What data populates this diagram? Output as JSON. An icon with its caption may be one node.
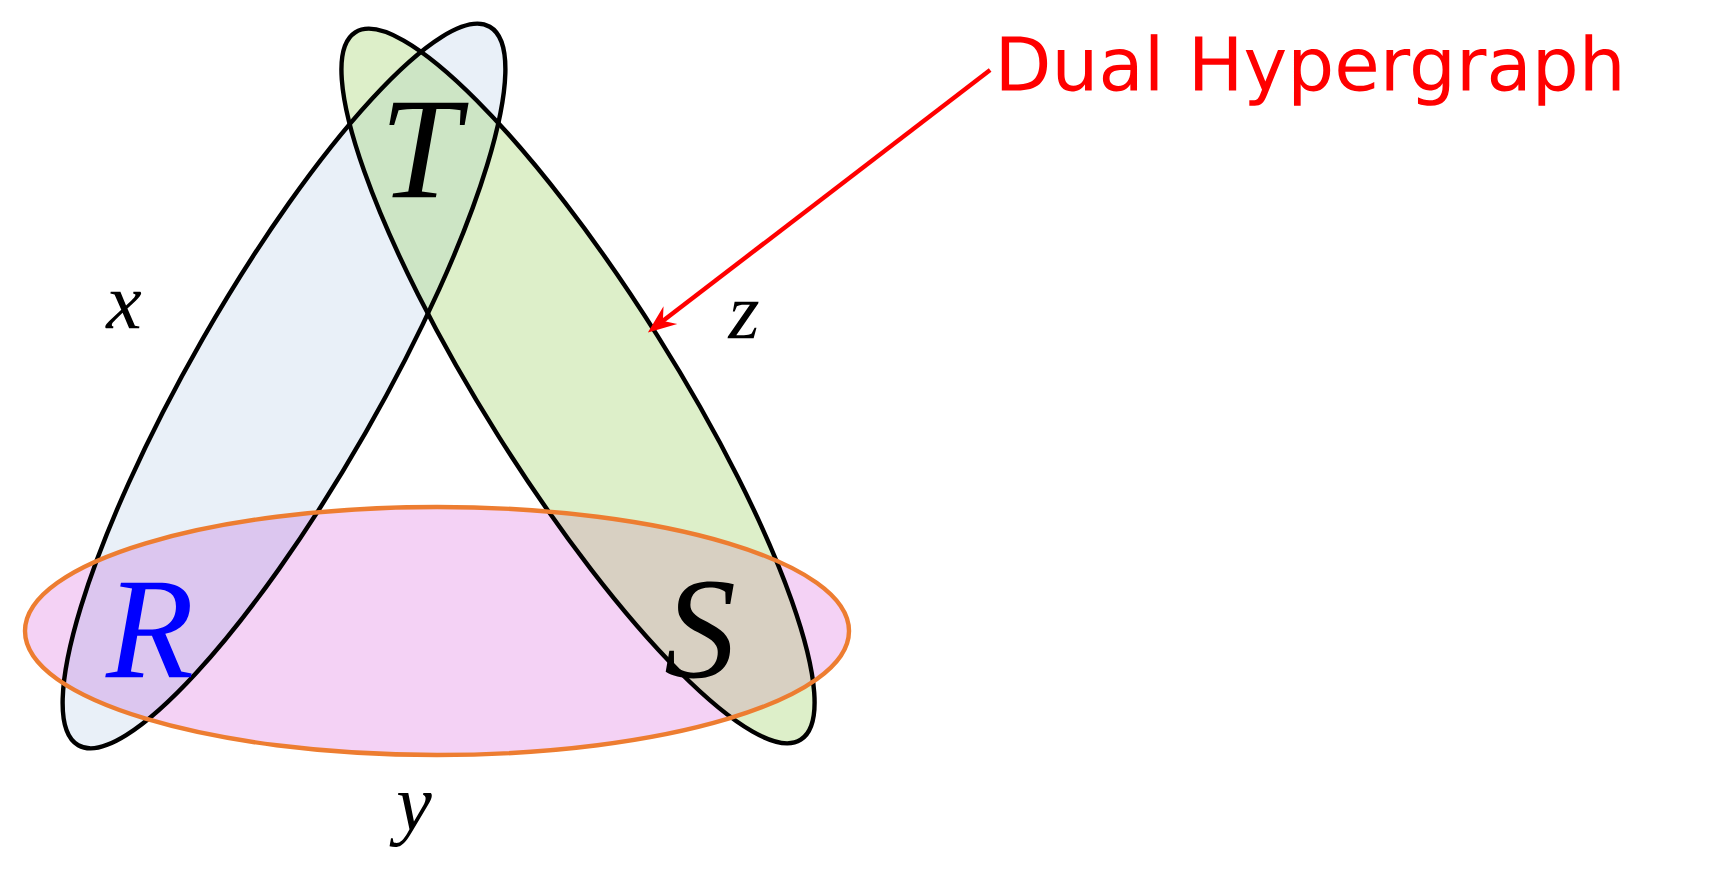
{
  "diagram": {
    "nodes": [
      {
        "text": [],
        "shape": "ellipse",
        "beside": [
          "x"
        ]
      },
      {
        "text": [],
        "shape": "ellipse",
        "beside": [
          "z"
        ]
      },
      {
        "text": [],
        "shape": "ellipse",
        "beside": [
          "y"
        ]
      },
      {
        "text": [
          "Dual Hypergraph"
        ]
      }
    ],
    "edges": [
      {
        "from": 3,
        "to": 1,
        "arrow": "to",
        "color": "#ff0000"
      }
    ],
    "labels": [
      "T",
      "R",
      "S"
    ]
  }
}
